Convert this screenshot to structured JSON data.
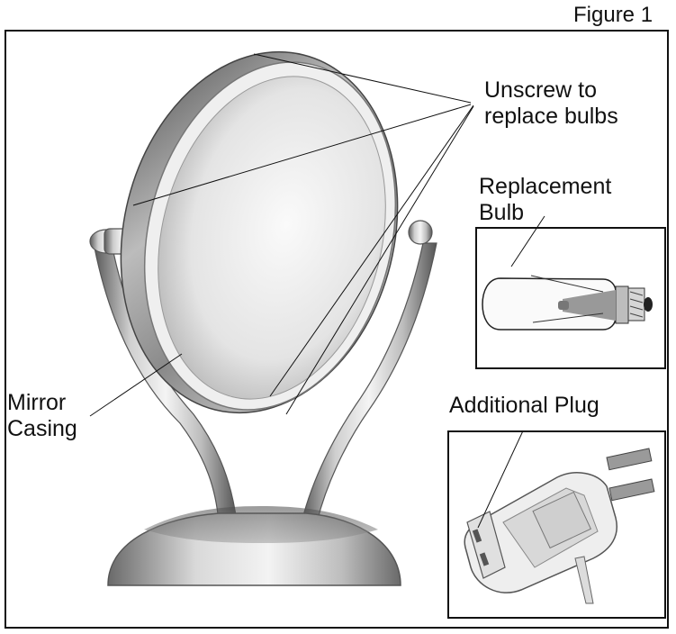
{
  "figure_label": "Figure 1",
  "callouts": {
    "unscrew": [
      "Unscrew to",
      "replace bulbs"
    ],
    "replacement_bulb": [
      "Replacement",
      "Bulb"
    ],
    "mirror_casing": [
      "Mirror",
      "Casing"
    ],
    "additional_plug": "Additional Plug"
  },
  "colors": {
    "line": "#111111",
    "chrome_dark": "#6e6e6e",
    "chrome_light": "#e6e6e6",
    "glass": "#f2f2f2"
  },
  "icons": [
    "mirror-illustration",
    "bulb-illustration",
    "plug-illustration"
  ]
}
